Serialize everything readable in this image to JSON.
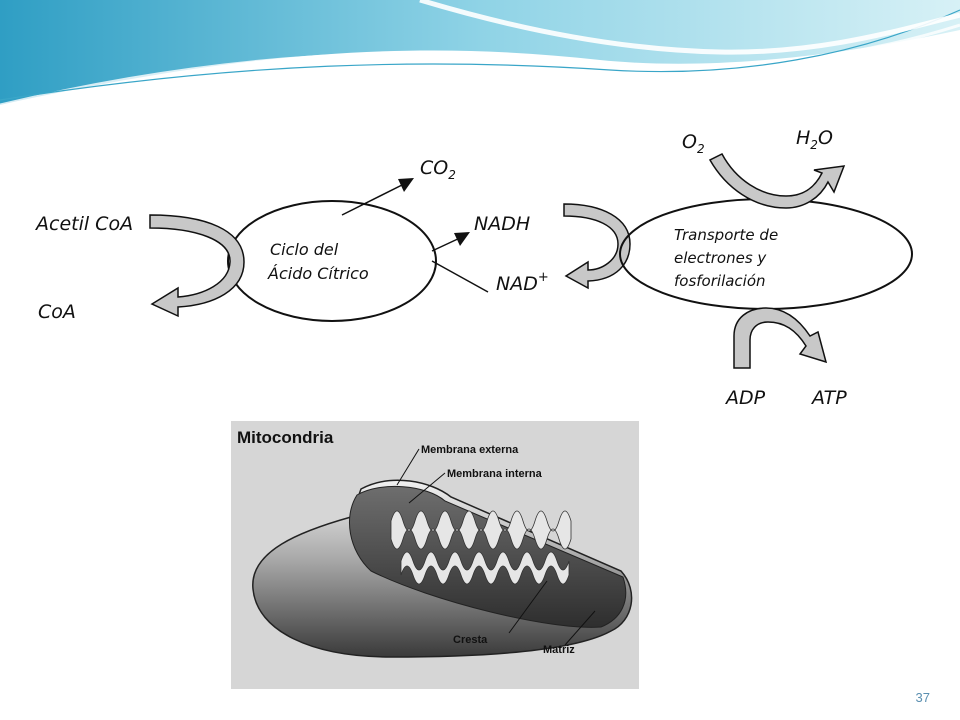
{
  "cycle": {
    "acetil_coa": "Acetil CoA",
    "coa": "CoA",
    "co2_base": "CO",
    "co2_sub": "2",
    "ciclo_line1": "Ciclo del",
    "ciclo_line2": "Ácido Cítrico",
    "nadh": "NADH",
    "nad_base": "NAD",
    "nad_sup": "+"
  },
  "transport": {
    "line1": "Transporte de",
    "line2": "electrones y",
    "line3": "fosforilación",
    "o2_base": "O",
    "o2_sub": "2",
    "h2o_h": "H",
    "h2o_sub": "2",
    "h2o_o": "O",
    "adp": "ADP",
    "atp": "ATP"
  },
  "mitochondria": {
    "title": "Mitocondria",
    "membrana_externa": "Membrana externa",
    "membrana_interna": "Membrana interna",
    "cresta": "Cresta",
    "matriz": "Matriz"
  },
  "slide": {
    "number": "37"
  },
  "colors": {
    "wave_light": "#bfe7ef",
    "wave_mid": "#7ccbe0",
    "wave_dark": "#3aa6c8",
    "arrow_fill": "#c8c8c8",
    "page_num": "#5a8fb0"
  }
}
